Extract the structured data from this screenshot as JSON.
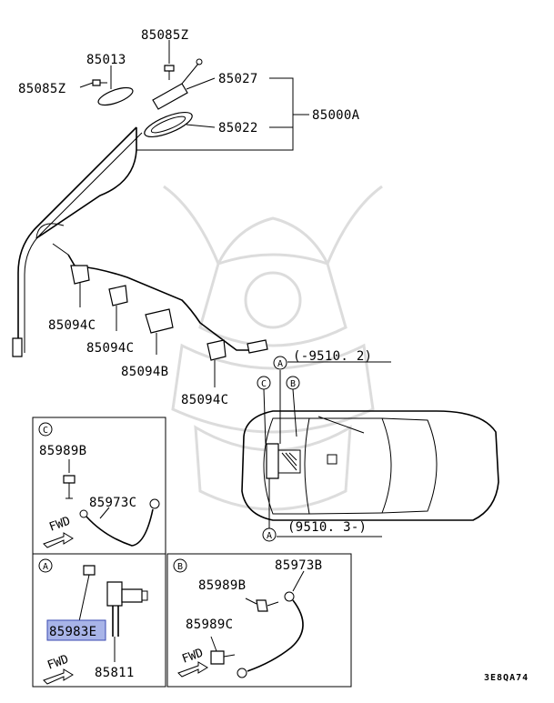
{
  "parts": {
    "p85085Z_top": "85085Z",
    "p85013": "85013",
    "p85085Z_left": "85085Z",
    "p85027": "85027",
    "p85000A": "85000A",
    "p85022": "85022",
    "p85094C_1": "85094C",
    "p85094C_2": "85094C",
    "p85094B": "85094B",
    "p85094C_3": "85094C",
    "p85989B_c": "85989B",
    "p85973C": "85973C",
    "p85983E": "85983E",
    "p85811": "85811",
    "p85973B": "85973B",
    "p85989B_b": "85989B",
    "p85989C": "85989C"
  },
  "callouts": {
    "a": "A",
    "b": "B",
    "c": "C"
  },
  "dates": {
    "until": "(-9510. 2)",
    "from": "(9510. 3-)"
  },
  "fwd": "FWD",
  "diagram_code": "3E8QA74",
  "colors": {
    "highlight": "#a8b4e8",
    "highlight_border": "#3a4ab0"
  }
}
